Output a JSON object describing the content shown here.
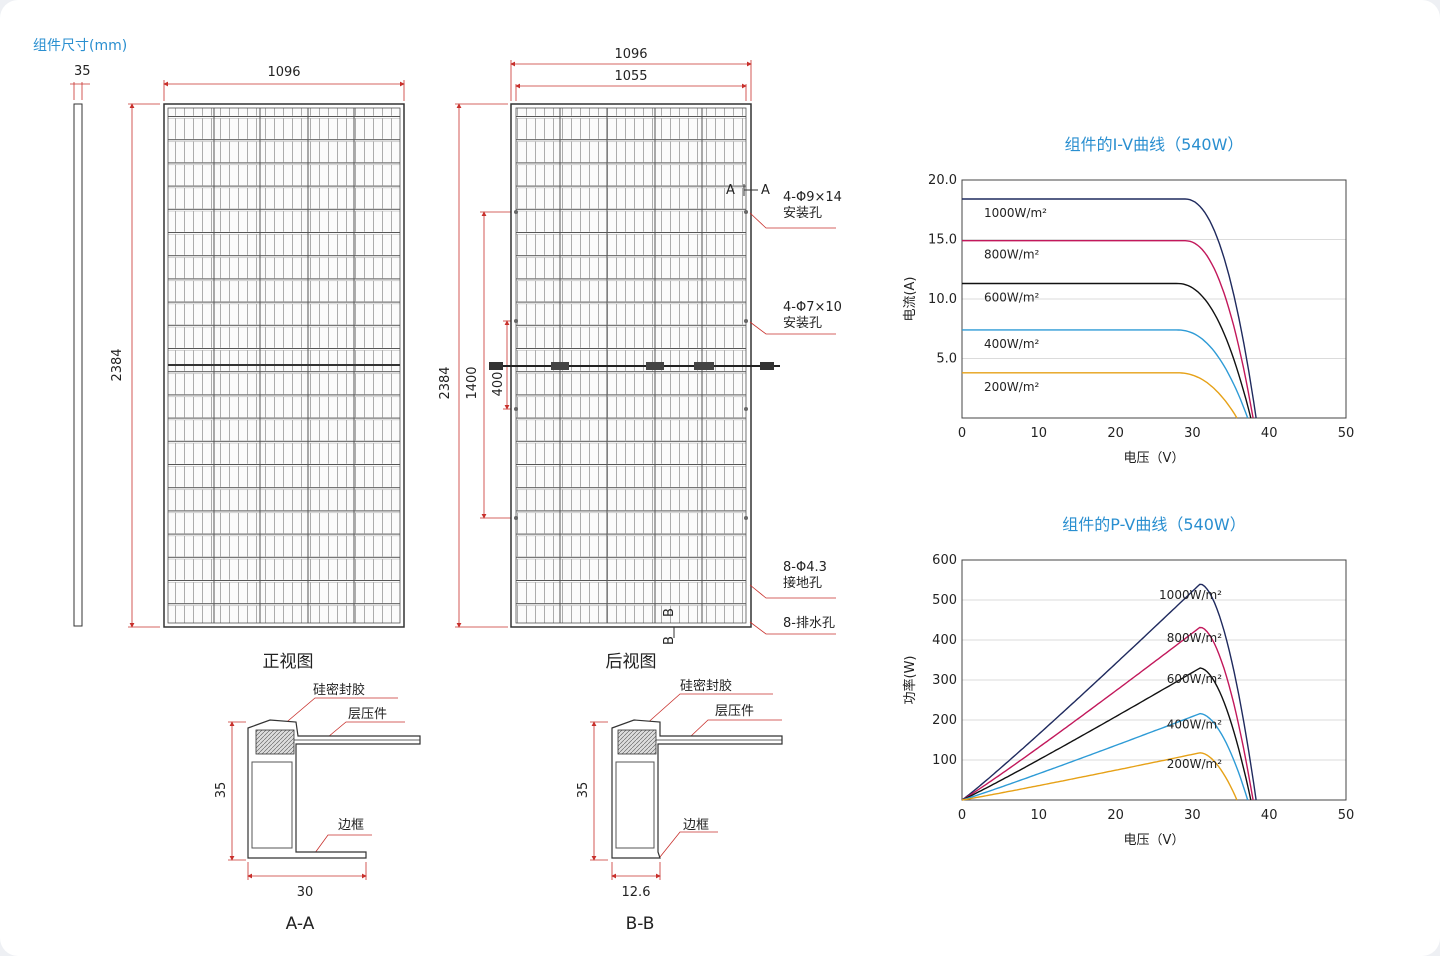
{
  "section_title": "组件尺寸(mm)",
  "side_view": {
    "thickness": "35"
  },
  "front_view": {
    "width": "1096",
    "height": "2384",
    "caption": "正视图"
  },
  "rear_view": {
    "outer_width": "1096",
    "inner_width": "1055",
    "height": "2384",
    "spacing_1400": "1400",
    "spacing_400": "400",
    "caption": "后视图",
    "section_a": "A",
    "section_b": "B",
    "hole_1_spec": "4-Φ9×14",
    "hole_1_name": "安装孔",
    "hole_2_spec": "4-Φ7×10",
    "hole_2_name": "安装孔",
    "hole_3_spec": "8-Φ4.3",
    "hole_3_name": "接地孔",
    "hole_4": "8-排水孔"
  },
  "section_aa": {
    "sealant": "硅密封胶",
    "laminate": "层压件",
    "frame": "边框",
    "height": "35",
    "width": "30",
    "caption": "A-A"
  },
  "section_bb": {
    "sealant": "硅密封胶",
    "laminate": "层压件",
    "frame": "边框",
    "height": "35",
    "width": "12.6",
    "caption": "B-B"
  },
  "colors": {
    "title_blue": "#2a8fd0",
    "dim_red": "#c8302c",
    "c1000": "#1f2a5e",
    "c800": "#c2185b",
    "c600": "#111111",
    "c400": "#2e9bd6",
    "c200": "#e6a117"
  },
  "chart_data": [
    {
      "type": "line",
      "title": "组件的I-V曲线（540W）",
      "xlabel": "电压（V）",
      "ylabel": "电流(A)",
      "xlim": [
        0,
        50
      ],
      "ylim": [
        0,
        20
      ],
      "x_ticks": [
        "0",
        "10",
        "20",
        "30",
        "40",
        "50"
      ],
      "y_ticks": [
        "5.0",
        "10.0",
        "15.0",
        "20.0"
      ],
      "grid": true,
      "series": [
        {
          "name": "1000W/m²",
          "color": "#1f2a5e",
          "isc": 18.4,
          "voc": 38.3,
          "vk": 29
        },
        {
          "name": "800W/m²",
          "color": "#c2185b",
          "isc": 14.9,
          "voc": 37.9,
          "vk": 29
        },
        {
          "name": "600W/m²",
          "color": "#111111",
          "isc": 11.3,
          "voc": 37.6,
          "vk": 28
        },
        {
          "name": "400W/m²",
          "color": "#2e9bd6",
          "isc": 7.4,
          "voc": 37.2,
          "vk": 28
        },
        {
          "name": "200W/m²",
          "color": "#e6a117",
          "isc": 3.8,
          "voc": 35.8,
          "vk": 28
        }
      ]
    },
    {
      "type": "line",
      "title": "组件的P-V曲线（540W）",
      "xlabel": "电压（V）",
      "ylabel": "功率(W)",
      "xlim": [
        0,
        50
      ],
      "ylim": [
        0,
        600
      ],
      "x_ticks": [
        "0",
        "10",
        "20",
        "30",
        "40",
        "50"
      ],
      "y_ticks": [
        "100",
        "200",
        "300",
        "400",
        "500",
        "600"
      ],
      "grid": true,
      "series": [
        {
          "name": "1000W/m²",
          "color": "#1f2a5e",
          "pmax": 540,
          "vmp": 31,
          "voc": 38.3
        },
        {
          "name": "800W/m²",
          "color": "#c2185b",
          "pmax": 432,
          "vmp": 31,
          "voc": 37.9
        },
        {
          "name": "600W/m²",
          "color": "#111111",
          "pmax": 330,
          "vmp": 31,
          "voc": 37.6
        },
        {
          "name": "400W/m²",
          "color": "#2e9bd6",
          "pmax": 216,
          "vmp": 31,
          "voc": 37.2
        },
        {
          "name": "200W/m²",
          "color": "#e6a117",
          "pmax": 118,
          "vmp": 31,
          "voc": 35.8
        }
      ]
    }
  ]
}
